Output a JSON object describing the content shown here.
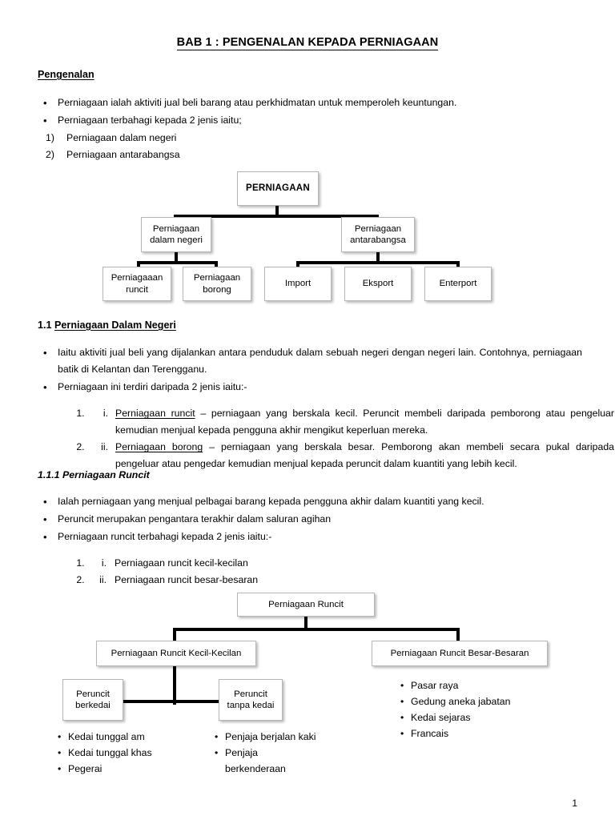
{
  "document": {
    "title": "BAB 1 : PENGENALAN KEPADA PERNIAGAAN",
    "page_number": "1"
  },
  "intro": {
    "heading": "Pengenalan",
    "bullets": [
      "Perniagaan ialah aktiviti jual beli barang atau perkhidmatan untuk memperoleh keuntungan.",
      "Perniagaan terbahagi kepada 2 jenis iaitu;"
    ],
    "numbered": [
      {
        "marker": "1)",
        "text": "Perniagaan dalam negeri"
      },
      {
        "marker": "2)",
        "text": "Perniagaan antarabangsa"
      }
    ]
  },
  "chart1": {
    "root": "PERNIAGAAN",
    "branch_left": "Perniagaan\ndalam negeri",
    "branch_right": "Perniagaan\nantarabangsa",
    "left_children": [
      "Perniagaaan\nruncit",
      "Perniagaan\nborong"
    ],
    "right_children": [
      "Import",
      "Eksport",
      "Enterport"
    ]
  },
  "section_1_1": {
    "number": "1.1",
    "heading": "Perniagaan Dalam Negeri",
    "bullets": [
      "Iaitu aktiviti jual beli yang dijalankan antara penduduk dalam sebuah negeri dengan negeri lain. Contohnya, perniagaan batik di Kelantan dan Terengganu.",
      "Perniagaan ini terdiri daripada 2 jenis iaitu:-"
    ],
    "items": [
      {
        "marker": "i.",
        "term": "Perniagaan runcit",
        "text": " – perniagaan yang berskala kecil. Peruncit membeli daripada pemborong atau pengeluar kemudian menjual kepada pengguna akhir mengikut keperluan mereka."
      },
      {
        "marker": "ii.",
        "term": "Perniagaan borong",
        "text": " – perniagaan yang berskala besar. Pemborong akan membeli secara pukal daripada pengeluar atau pengedar kemudian menjual kepada peruncit dalam kuantiti yang lebih kecil."
      }
    ]
  },
  "section_1_1_1": {
    "heading": "1.1.1 Perniagaan Runcit",
    "bullets": [
      "Ialah perniagaan yang menjual pelbagai barang kepada pengguna akhir dalam kuantiti yang kecil.",
      "Peruncit merupakan pengantara terakhir dalam saluran agihan",
      "Perniagaan runcit terbahagi kepada 2 jenis iaitu:-"
    ],
    "items": [
      {
        "marker": "i.",
        "text": "Perniagaan runcit kecil-kecilan"
      },
      {
        "marker": "ii.",
        "text": "Perniagaan runcit besar-besaran"
      }
    ]
  },
  "chart2": {
    "root": "Perniagaan Runcit",
    "branch_left": "Perniagaan Runcit Kecil-Kecilan",
    "branch_right": "Perniagaan Runcit Besar-Besaran",
    "left_children": [
      "Peruncit\nberkedai",
      "Peruncit\ntanpa kedai"
    ],
    "list_berkedai": [
      "Kedai tunggal am",
      "Kedai tunggal khas",
      "Pegerai"
    ],
    "list_tanpa_kedai": [
      "Penjaja berjalan kaki",
      "Penjaja\nberkenderaan"
    ],
    "list_besar_besaran": [
      "Pasar raya",
      "Gedung aneka jabatan",
      "Kedai sejaras",
      "Francais"
    ]
  }
}
